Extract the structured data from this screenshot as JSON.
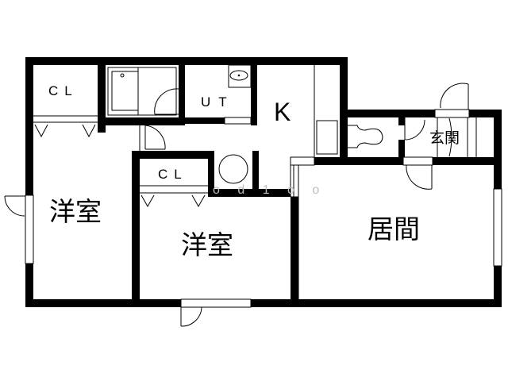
{
  "floor_plan": {
    "rooms": [
      {
        "id": "closet_1",
        "label": "CL"
      },
      {
        "id": "utility",
        "label": "UT"
      },
      {
        "id": "kitchen",
        "label": "K"
      },
      {
        "id": "entrance",
        "label": "玄関"
      },
      {
        "id": "closet_2",
        "label": "CL"
      },
      {
        "id": "western_room_1",
        "label": "洋室"
      },
      {
        "id": "western_room_2",
        "label": "洋室"
      },
      {
        "id": "living_room",
        "label": "居間"
      }
    ],
    "fixtures": [
      "bathtub",
      "sink",
      "toilet",
      "washing-machine-space",
      "refrigerator-space"
    ],
    "watermark": "o d 1 o o",
    "colors": {
      "wall": "#000000",
      "background": "#ffffff",
      "line": "#000000"
    }
  }
}
